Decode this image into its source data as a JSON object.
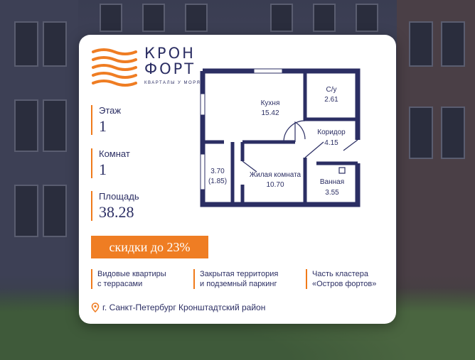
{
  "brand": {
    "line1": "КРОН",
    "line2": "ФОРТ",
    "tagline": "КВАРТАЛЫ У МОРЯ"
  },
  "stats": {
    "floor": {
      "label": "Этаж",
      "value": "1"
    },
    "rooms": {
      "label": "Комнат",
      "value": "1"
    },
    "area": {
      "label": "Площадь",
      "value": "38.28"
    }
  },
  "plan": {
    "rooms": [
      {
        "name": "Кухня",
        "area": "15.42"
      },
      {
        "name": "С/у",
        "area": "2.61"
      },
      {
        "name": "Коридор",
        "area": "4.15"
      },
      {
        "name": "Жилая комната",
        "area": "10.70"
      },
      {
        "name": "Ванная",
        "area": "3.55"
      },
      {
        "name": "3.70",
        "area": "(1.85)"
      }
    ]
  },
  "promo": "скидки до 23%",
  "features": [
    {
      "line1": "Видовые квартиры",
      "line2": "с террасами"
    },
    {
      "line1": "Закрытая территория",
      "line2": "и подземный паркинг"
    },
    {
      "line1": "Часть кластера",
      "line2": "«Остров фортов»"
    }
  ],
  "address": "г. Санкт-Петербург Кронштадтский район",
  "colors": {
    "navy": "#2b2e63",
    "accent": "#ef7d23",
    "card": "#ffffff"
  }
}
